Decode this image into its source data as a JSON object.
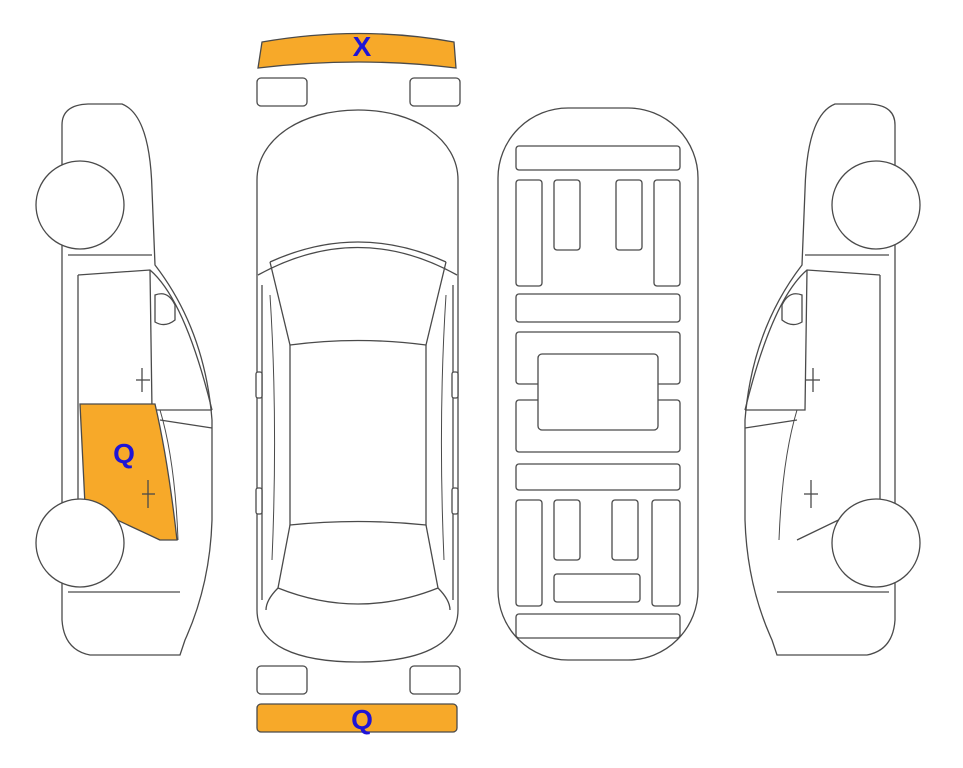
{
  "colors": {
    "damage_fill": "#f7a929",
    "mark_text": "#1f14d6",
    "outline": "#4a4a4a"
  },
  "damage_marks": {
    "front_bumper": "X",
    "left_rear_door": "Q",
    "rear_bumper": "Q"
  }
}
